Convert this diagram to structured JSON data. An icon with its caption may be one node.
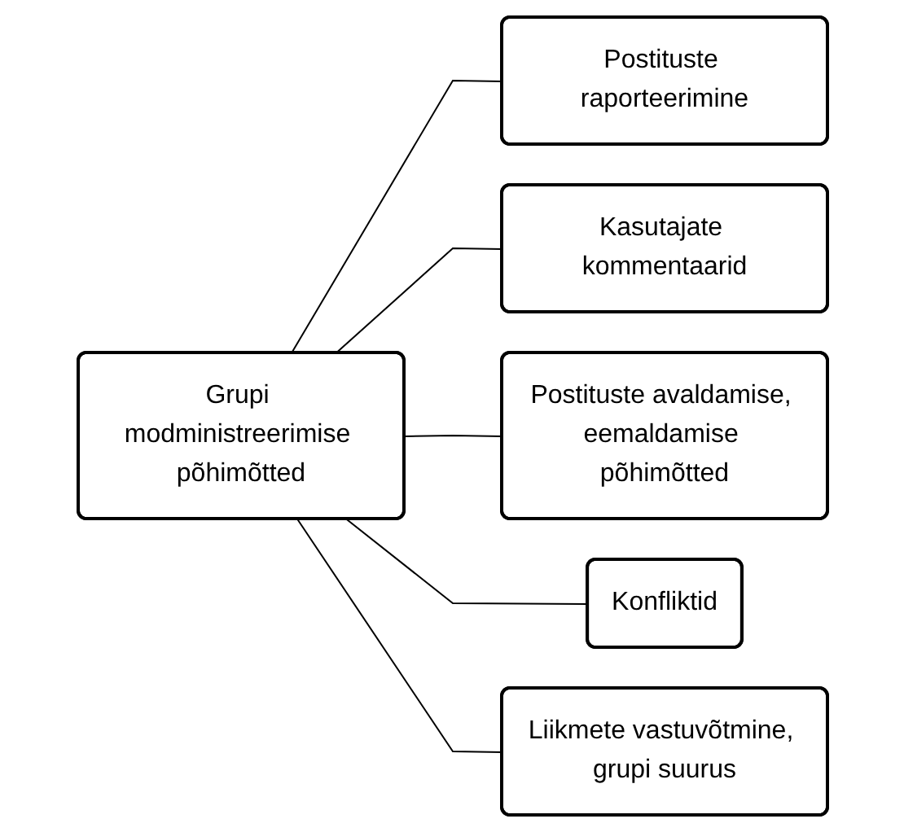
{
  "diagram": {
    "nodes": [
      {
        "text": [
          "Grupi modministreerimise põhimõtted"
        ]
      },
      {
        "text": [
          "Postituste raporteerimine"
        ]
      },
      {
        "text": [
          "Kasutajate kommentaarid"
        ]
      },
      {
        "text": [
          "Postituste avaldamise, eemaldamise põhimõtted"
        ]
      },
      {
        "text": [
          "Konfliktid"
        ]
      },
      {
        "text": [
          "Liikmete vastuvõtmine, grupi suurus"
        ]
      }
    ],
    "edges": [
      {
        "from": 0,
        "to": 1,
        "arrow": "none"
      },
      {
        "from": 0,
        "to": 2,
        "arrow": "none"
      },
      {
        "from": 0,
        "to": 3,
        "arrow": "none"
      },
      {
        "from": 0,
        "to": 4,
        "arrow": "none"
      },
      {
        "from": 0,
        "to": 5,
        "arrow": "none"
      }
    ]
  }
}
